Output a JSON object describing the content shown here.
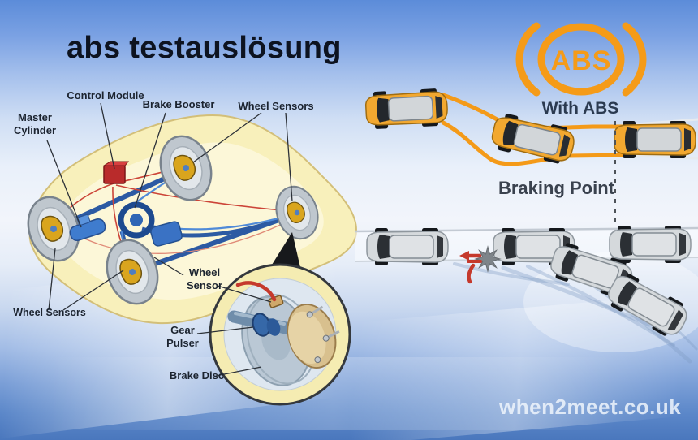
{
  "title": "abs testauslösung",
  "watermark": "when2meet.co.uk",
  "chassis_labels": {
    "control_module": "Control Module",
    "brake_booster": "Brake Booster",
    "wheel_sensors_top": "Wheel Sensors",
    "master_cylinder": "Master Cylinder",
    "wheel_sensors_bottom": "Wheel Sensors",
    "wheel_sensor": "Wheel Sensor",
    "gear_pulser": "Gear Pulser",
    "brake_disc": "Brake Disc"
  },
  "comparison": {
    "abs_lamp_text": "ABS",
    "with_abs": "With ABS",
    "braking_point": "Braking Point"
  },
  "colors": {
    "abs_orange": "#F59B18",
    "path_orange": "#F49A18",
    "car_yellow": "#F2A830",
    "car_gray": "#D5D9DC",
    "impact_red": "#C5392C",
    "star_gray": "#7E8489",
    "title_navy": "#0D1320"
  }
}
